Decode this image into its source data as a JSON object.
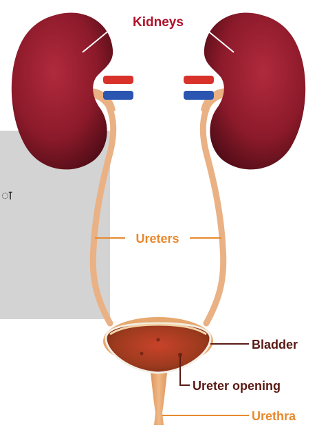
{
  "labels": {
    "kidneys": "Kidneys",
    "ureters": "Ureters",
    "bladder": "Bladder",
    "ureter_opening": "Ureter opening",
    "urethra": "Urethra"
  },
  "side_text": "ा",
  "colors": {
    "kidney_label": "#b0122b",
    "tract_label": "#e8892e",
    "dark_label": "#5a1a14",
    "kidney_fill": "#8c1a2a",
    "ureter_fill": "#eab184",
    "artery": "#d8322a",
    "vein": "#2a55b0",
    "panel": "#d3d3d3"
  }
}
